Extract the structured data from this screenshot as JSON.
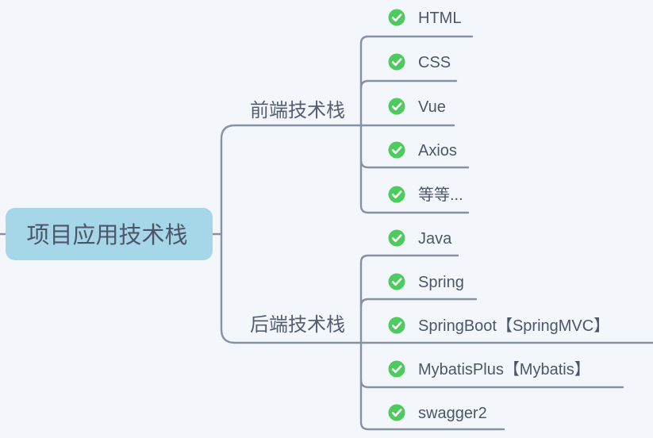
{
  "diagram": {
    "type": "mindmap",
    "title": "项目应用技术栈"
  },
  "root": {
    "label": "项目应用技术栈"
  },
  "branches": [
    {
      "label": "前端技术栈",
      "children": [
        "HTML",
        "CSS",
        "Vue",
        "Axios",
        "等等..."
      ]
    },
    {
      "label": "后端技术栈",
      "children": [
        "Java",
        "Spring",
        "SpringBoot【SpringMVC】",
        "MybatisPlus【Mybatis】",
        "swagger2"
      ]
    }
  ],
  "icons": {
    "leaf_marker": "check-circle-icon"
  },
  "colors": {
    "background": "#f3f7fb",
    "root_fill": "#a6d7e8",
    "connector": "#8791a3",
    "text": "#4d5669",
    "check_green": "#4ecb5f",
    "check_mark": "#ffffff"
  }
}
